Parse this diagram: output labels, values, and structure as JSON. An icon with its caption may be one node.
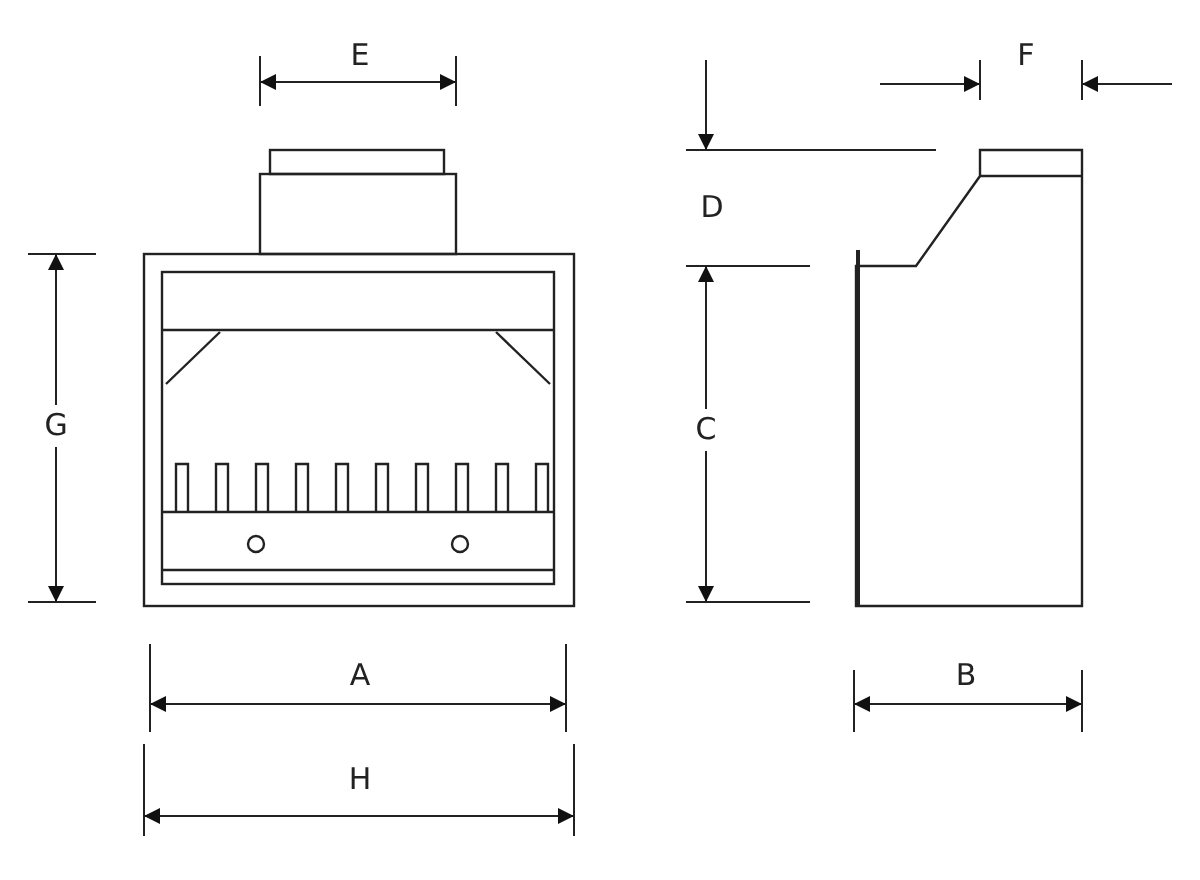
{
  "diagram": {
    "labels": [
      "E",
      "F",
      "D",
      "G",
      "C",
      "A",
      "B",
      "H"
    ]
  }
}
